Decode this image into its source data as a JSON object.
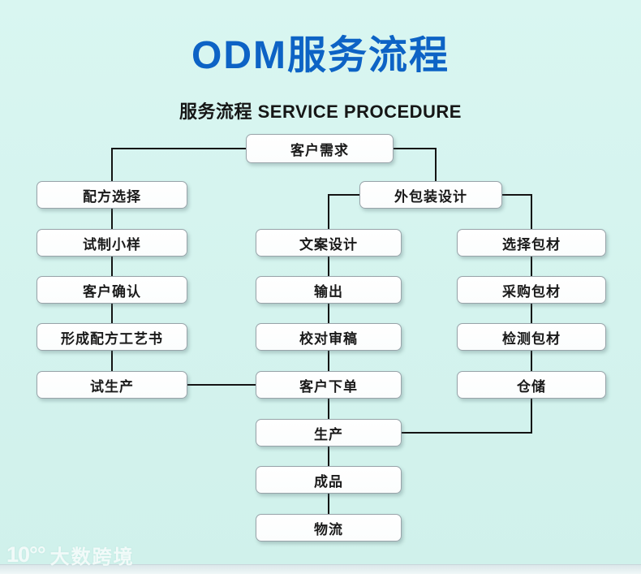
{
  "page": {
    "title": "ODM服务流程",
    "subtitle": "服务流程 SERVICE PROCEDURE"
  },
  "flowchart": {
    "nodes": {
      "customer_requirements": "客户需求",
      "formula_selection": "配方选择",
      "trial_sample": "试制小样",
      "customer_confirmation": "客户确认",
      "formula_process_book": "形成配方工艺书",
      "trial_production": "试生产",
      "packaging_design": "外包装设计",
      "copy_design": "文案设计",
      "output": "输出",
      "proofreading": "校对审稿",
      "customer_order": "客户下单",
      "production": "生产",
      "finished_product": "成品",
      "logistics": "物流",
      "select_packaging": "选择包材",
      "purchase_packaging": "采购包材",
      "test_packaging": "检测包材",
      "warehousing": "仓储"
    },
    "edges": [
      "客户需求 → 配方选择",
      "客户需求 → 外包装设计",
      "配方选择 → 试制小样",
      "试制小样 → 客户确认",
      "客户确认 → 形成配方工艺书",
      "形成配方工艺书 → 试生产",
      "试生产 → 客户下单",
      "外包装设计 → 文案设计",
      "外包装设计 → 选择包材",
      "文案设计 → 输出",
      "输出 → 校对审稿",
      "校对审稿 → 客户下单",
      "客户下单 → 生产",
      "生产 → 成品",
      "成品 → 物流",
      "选择包材 → 采购包材",
      "采购包材 → 检测包材",
      "检测包材 → 仓储",
      "仓储 → 生产"
    ],
    "colors": {
      "title_blue": "#0d63c5",
      "background": "#d4f3ee",
      "box_fill": "#ffffff",
      "box_border": "#98a3a9",
      "line": "#141414"
    }
  },
  "watermark": {
    "logo": "10°°",
    "text": "大数跨境"
  }
}
